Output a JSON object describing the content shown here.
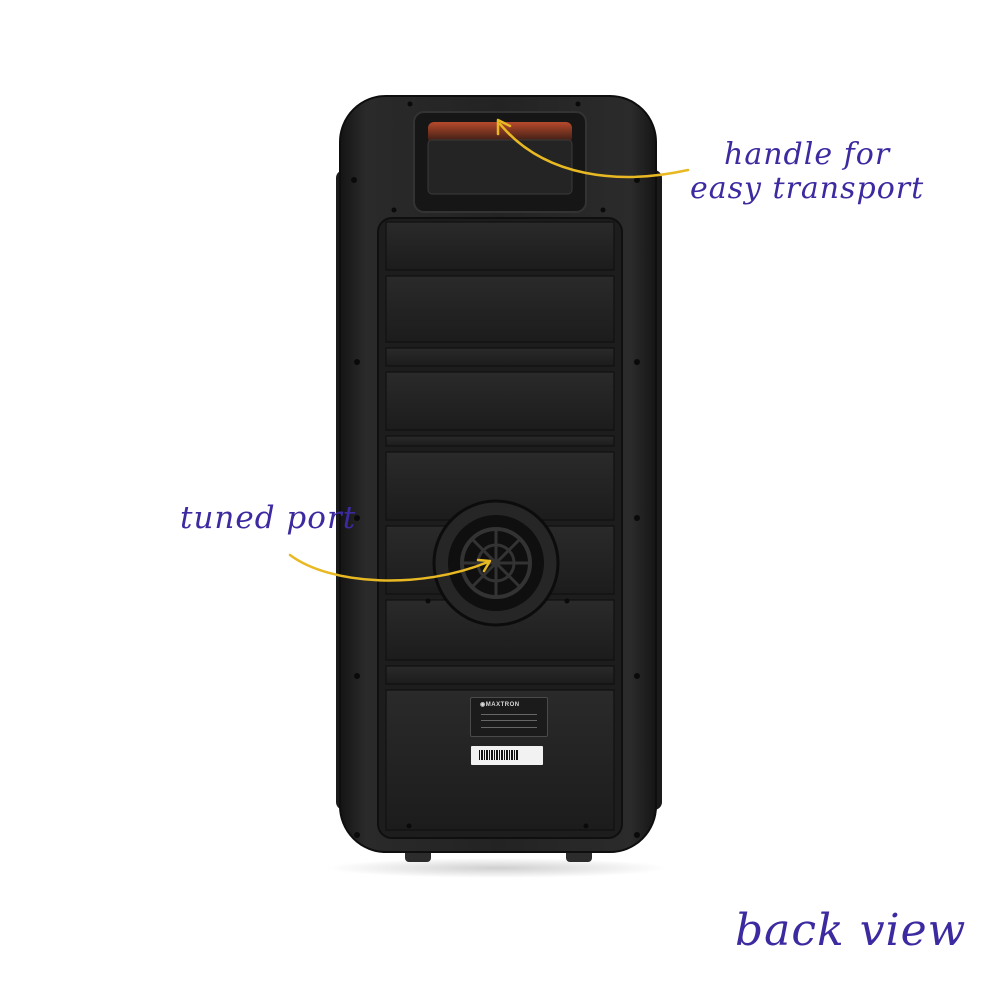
{
  "annotations": {
    "handle_line1": "handle for",
    "handle_line2": "easy transport",
    "port": "tuned port",
    "view": "back view"
  },
  "colors": {
    "annotation_text": "#3b2aa0",
    "arrow": "#e8b923",
    "speaker_body": "#1e1e1e"
  }
}
